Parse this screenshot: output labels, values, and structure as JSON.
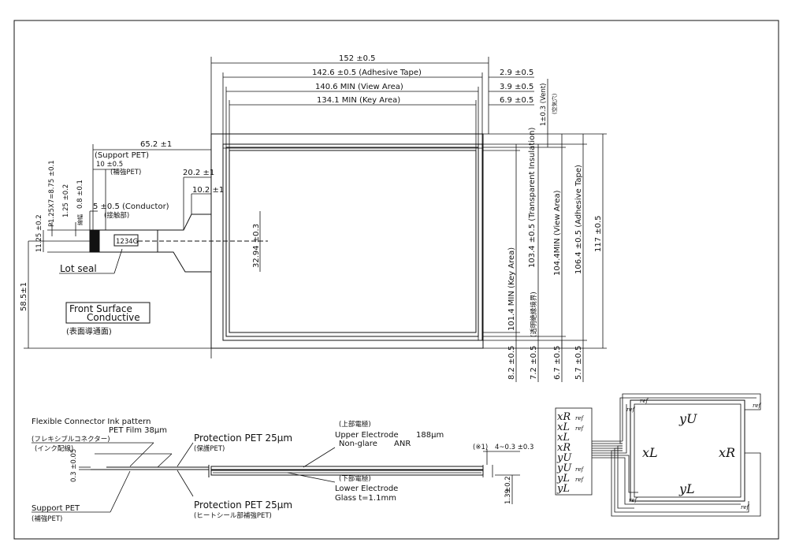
{
  "dims": {
    "d152": "152 ±0.5",
    "d142": "142.6 ±0.5 (Adhesive Tape)",
    "d140": "140.6 MIN (View Area)",
    "d134": "134.1 MIN (Key Area)",
    "d29": "2.9 ±0.5",
    "d39": "3.9 ±0.5",
    "d69": "6.9 ±0.5",
    "vent": "1±0.3 (Vent)",
    "vent_jp": "(空気穴)",
    "d652": "65.2 ±1",
    "support_pet": "(Support PET)",
    "d10": "10 ±0.5",
    "support_pet_jp": "(補強PET)",
    "d202": "20.2 ±1",
    "d102": "10.2 ±1",
    "conductor": "5 ±0.5 (Conductor)",
    "conductor_jp": "(接触部)",
    "pitch": "P1.25X7=8.75 ±0.1",
    "w125": "1.25 ±0.2",
    "w08": "0.8 ±0.1",
    "w08_jp": "線幅",
    "h1125": "11.25 ±0.2",
    "d3294": "32.94 ±0.3",
    "lot_code": "1234G",
    "lot_seal": "Lot seal",
    "d585": "58.5±1",
    "front_1": "Front Surface",
    "front_2": "Conductive",
    "front_jp": "(表面導通面)",
    "key_area_v": "101.4 MIN (Key Area)",
    "trans_ins": "103.4 ±0.5 (Transparent Insulation)",
    "trans_ins_jp": "(透明絶縁境界)",
    "view_area_v": "104.4MIN (View Area)",
    "adh_tape_v": "106.4 ±0.5 (Adhesive Tape)",
    "d117": "117 ±0.5",
    "b82": "8.2 ±0.5",
    "b72": "7.2 ±0.5",
    "b67": "6.7 ±0.5",
    "b57": "5.7 ±0.5"
  },
  "section": {
    "flex_ink": "Flexible Connector Ink pattern",
    "pet_film": "PET Film 38μm",
    "flex_jp": "(フレキシブルコネクター)",
    "ink_jp": "(インク配線)",
    "prot_pet_top": "Protection PET 25μm",
    "prot_pet_top_jp": "(保護PET)",
    "upper_jp": "(上部電極)",
    "upper": "Upper Electrode",
    "upper_val": "188μm",
    "nonglare": "Non-glare",
    "anr": "ANR",
    "lower_jp": "(下部電極)",
    "lower": "Lower Electrode",
    "glass": "Glass t=1.1mm",
    "prot_pet_bot": "Protection PET 25μm",
    "prot_pet_bot_jp": "(ヒートシール部補強PET)",
    "support_pet": "Support PET",
    "support_pet_jp": "(補強PET)",
    "t03": "0.3 ±0.05",
    "note1": "(※1)",
    "gap": "4~0.3 ±0.3",
    "t02": "±0.2",
    "t139": "1.39"
  },
  "circuit": {
    "pins": [
      "xR",
      "xL",
      "xL",
      "xR",
      "yU",
      "yU",
      "yL",
      "yL"
    ],
    "pin_refs": [
      "ref",
      "ref",
      "",
      "",
      "",
      "ref",
      "ref",
      ""
    ],
    "yU": "yU",
    "yL": "yL",
    "xL": "xL",
    "xR": "xR",
    "ref": "ref"
  }
}
